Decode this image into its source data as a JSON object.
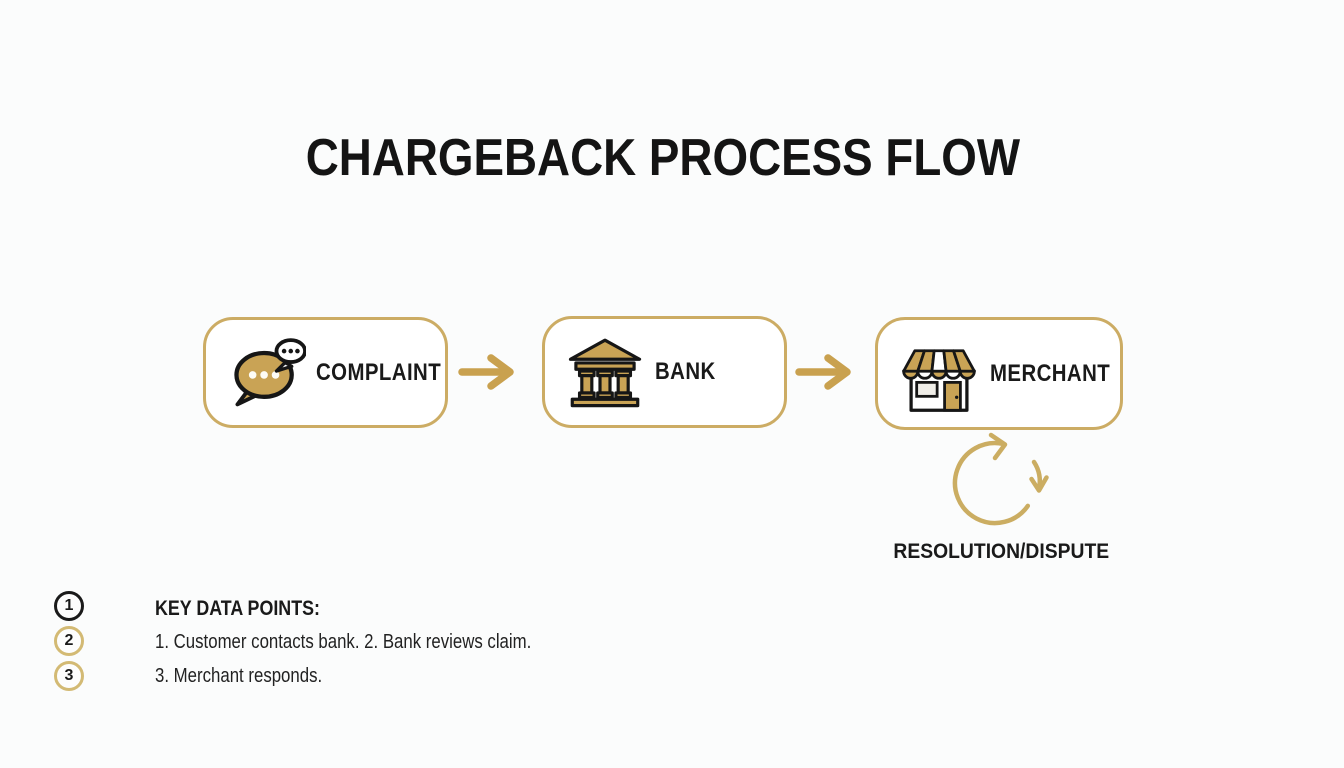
{
  "title": "CHARGEBACK PROCESS FLOW",
  "flow": {
    "nodes": [
      {
        "label": "COMPLAINT",
        "icon": "speech-bubbles-icon"
      },
      {
        "label": "BANK",
        "icon": "bank-building-icon"
      },
      {
        "label": "MERCHANT",
        "icon": "storefront-icon"
      }
    ],
    "connector_icon": "arrow-right-icon",
    "cycle_icon": "cycle-arrows-icon",
    "cycle_label": "RESOLUTION/DISPUTE"
  },
  "key_points": {
    "markers": [
      "1",
      "2",
      "3"
    ],
    "heading": "KEY DATA POINTS:",
    "lines": [
      "1. Customer contacts bank. 2. Bank reviews claim.",
      "3. Merchant responds."
    ]
  },
  "colors": {
    "gold": "#C9A355",
    "gold_border": "#CCAC64",
    "ink": "#161616",
    "background": "#FBFCFC"
  }
}
